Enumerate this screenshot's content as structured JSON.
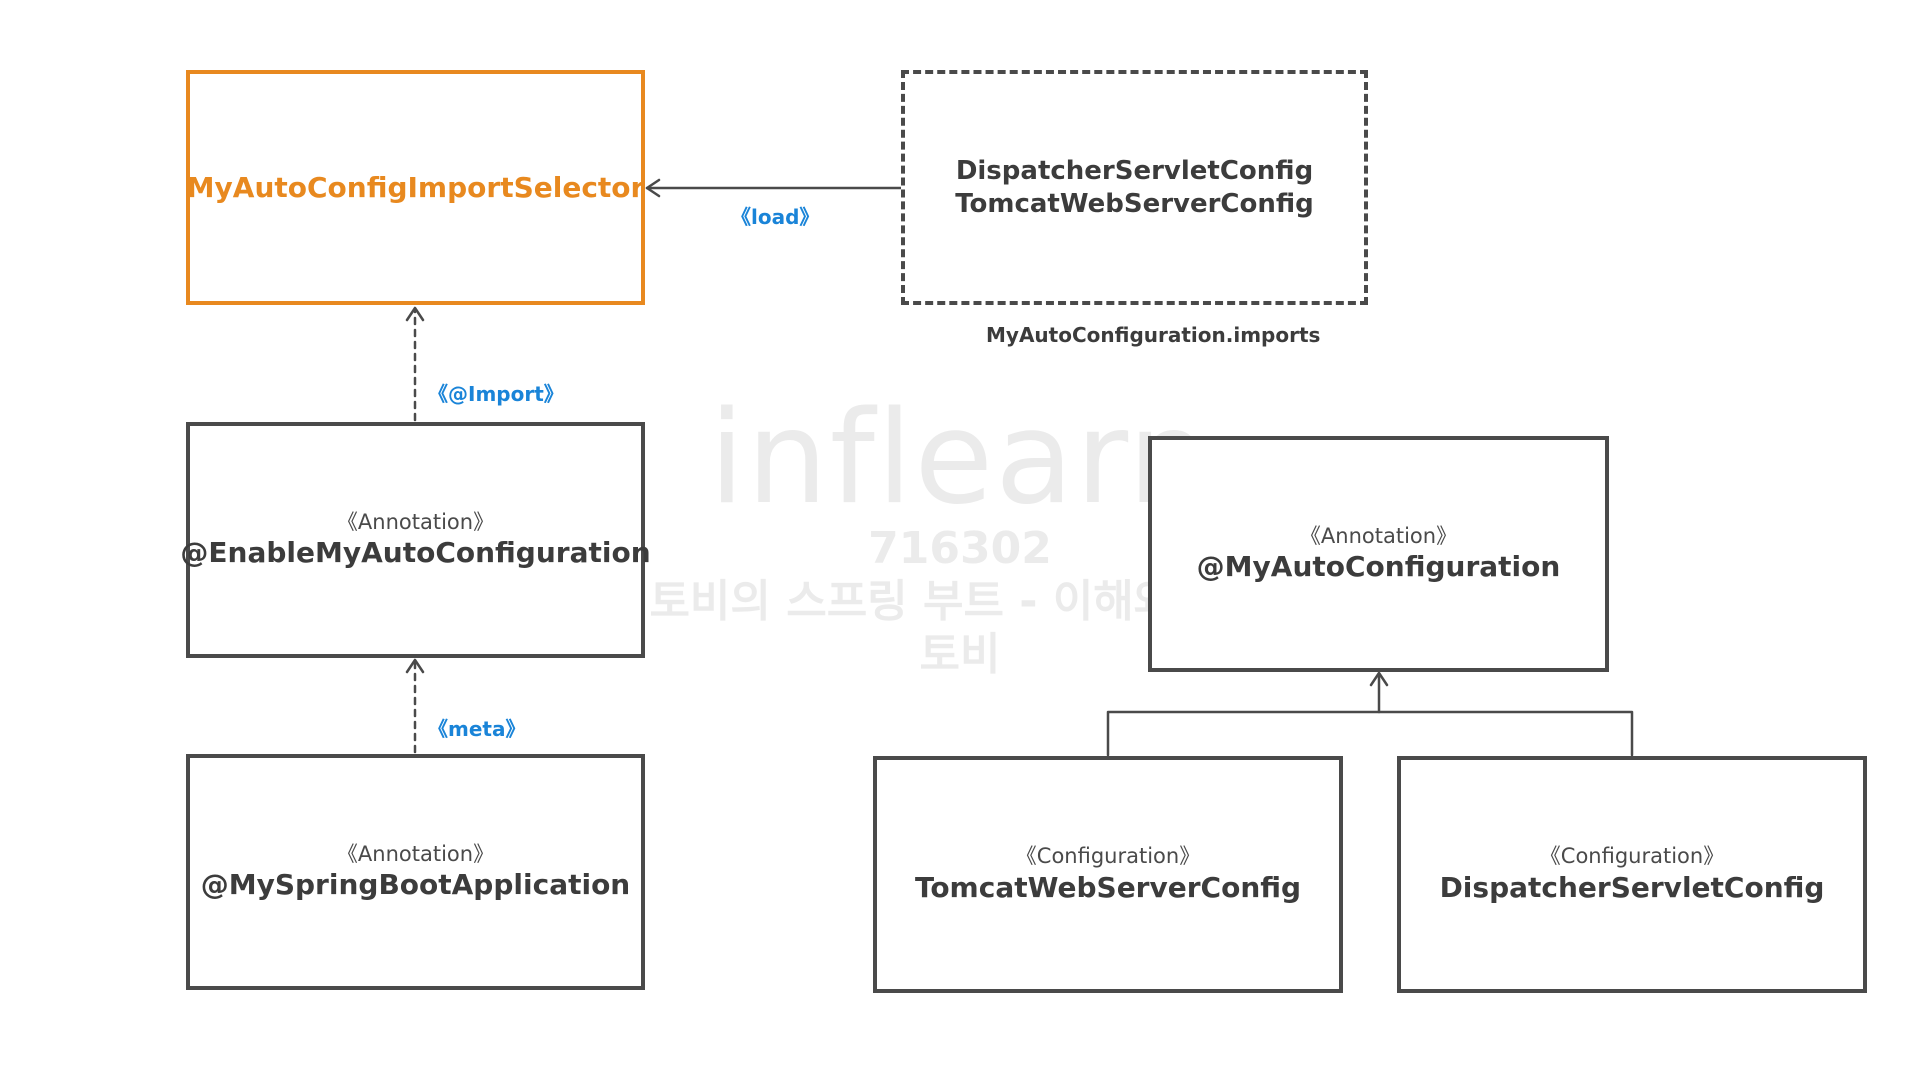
{
  "nodes": {
    "selector": {
      "name": "MyAutoConfigImportSelector"
    },
    "imports_file": {
      "line1": "DispatcherServletConfig",
      "line2": "TomcatWebServerConfig",
      "caption": "MyAutoConfiguration.imports"
    },
    "enable": {
      "stereotype": "《Annotation》",
      "name": "@EnableMyAutoConfiguration"
    },
    "boot_app": {
      "stereotype": "《Annotation》",
      "name": "@MySpringBootApplication"
    },
    "my_auto_config": {
      "stereotype": "《Annotation》",
      "name": "@MyAutoConfiguration"
    },
    "tomcat": {
      "stereotype": "《Configuration》",
      "name": "TomcatWebServerConfig"
    },
    "dispatcher": {
      "stereotype": "《Configuration》",
      "name": "DispatcherServletConfig"
    }
  },
  "edges": {
    "load": "《load》",
    "import": "《@Import》",
    "meta": "《meta》"
  },
  "watermark": {
    "logo": "inflearn",
    "id": "716302",
    "course": "토비의 스프링 부트 - 이해와 원리",
    "author": "토비"
  },
  "colors": {
    "highlight": "#e8891f",
    "edge_label": "#1a84d8",
    "border": "#4a4a4a"
  }
}
